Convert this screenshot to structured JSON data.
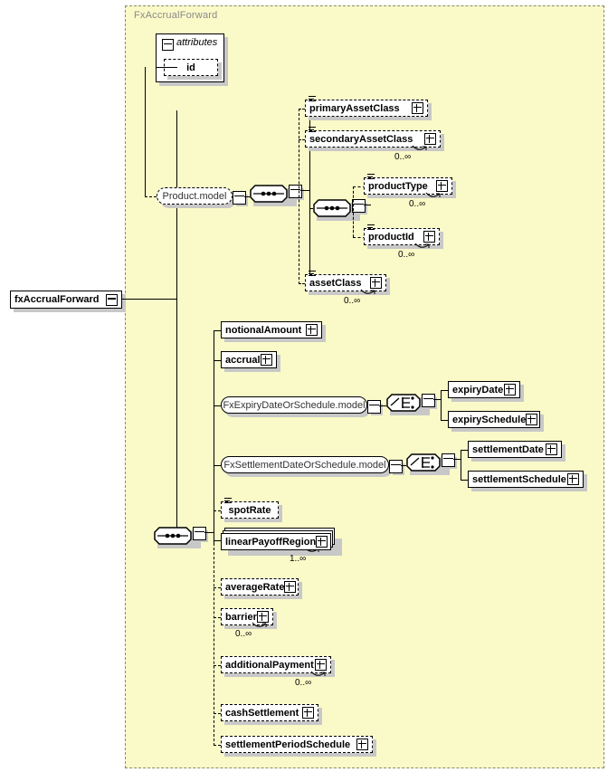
{
  "diagram": {
    "type": "xsd-schema-diagram",
    "container_title": "FxAccrualForward",
    "root_element": "fxAccrualForward",
    "colors": {
      "container_fill": "#FAFAC8",
      "container_border": "#8a8a6a",
      "node_fill": "#FFFFFF",
      "line": "#000000",
      "shadow": "#C8C8C8",
      "title_text": "#8A8A8A"
    },
    "occurrence_unbounded_zero": "0..∞",
    "occurrence_unbounded_one": "1..∞"
  },
  "attributes": {
    "header": "attributes",
    "toggle": "minus",
    "items": [
      {
        "name": "id",
        "required": false
      }
    ]
  },
  "nodes": {
    "root": {
      "label": "fxAccrualForward",
      "toggle": "minus",
      "required": true
    },
    "product_model": {
      "label": "Product.model",
      "required": false,
      "toggle": "minus"
    },
    "primary_asset_class": {
      "label": "primaryAssetClass",
      "required": false,
      "expand": "plus",
      "occurs": ""
    },
    "secondary_asset_class": {
      "label": "secondaryAssetClass",
      "required": false,
      "expand": "plus",
      "occurs": "0..∞"
    },
    "product_type": {
      "label": "productType",
      "required": false,
      "expand": "plus",
      "occurs": "0..∞"
    },
    "product_id": {
      "label": "productId",
      "required": false,
      "expand": "plus",
      "occurs": "0..∞"
    },
    "asset_class": {
      "label": "assetClass",
      "required": false,
      "expand": "plus",
      "occurs": "0..∞"
    },
    "notional_amount": {
      "label": "notionalAmount",
      "required": true,
      "expand": "plus",
      "occurs": ""
    },
    "accrual": {
      "label": "accrual",
      "required": true,
      "expand": "plus",
      "occurs": ""
    },
    "fx_expiry_model": {
      "label": "FxExpiryDateOrSchedule.model",
      "required": true,
      "toggle": "minus"
    },
    "expiry_date": {
      "label": "expiryDate",
      "required": true,
      "expand": "plus",
      "occurs": ""
    },
    "expiry_schedule": {
      "label": "expirySchedule",
      "required": true,
      "expand": "plus",
      "occurs": ""
    },
    "fx_settlement_model": {
      "label": "FxSettlementDateOrSchedule.model",
      "required": true,
      "toggle": "minus"
    },
    "settlement_date": {
      "label": "settlementDate",
      "required": true,
      "expand": "plus",
      "occurs": ""
    },
    "settlement_schedule": {
      "label": "settlementSchedule",
      "required": true,
      "expand": "plus",
      "occurs": ""
    },
    "spot_rate": {
      "label": "spotRate",
      "required": false,
      "expand": "none",
      "occurs": ""
    },
    "linear_payoff_region": {
      "label": "linearPayoffRegion",
      "required": true,
      "expand": "plus",
      "occurs": "1..∞",
      "repeating": true
    },
    "average_rate": {
      "label": "averageRate",
      "required": false,
      "expand": "plus",
      "occurs": ""
    },
    "barrier": {
      "label": "barrier",
      "required": false,
      "expand": "plus",
      "occurs": "0..∞"
    },
    "additional_payment": {
      "label": "additionalPayment",
      "required": false,
      "expand": "plus",
      "occurs": "0..∞"
    },
    "cash_settlement": {
      "label": "cashSettlement",
      "required": false,
      "expand": "plus",
      "occurs": ""
    },
    "settlement_period_schedule": {
      "label": "settlementPeriodSchedule",
      "required": false,
      "expand": "plus",
      "occurs": ""
    }
  },
  "compositors": [
    {
      "id": "seq-product-outer",
      "kind": "sequence"
    },
    {
      "id": "seq-product-inner",
      "kind": "sequence"
    },
    {
      "id": "choice-expiry",
      "kind": "choice"
    },
    {
      "id": "choice-settlement",
      "kind": "choice"
    },
    {
      "id": "seq-main",
      "kind": "sequence"
    }
  ]
}
